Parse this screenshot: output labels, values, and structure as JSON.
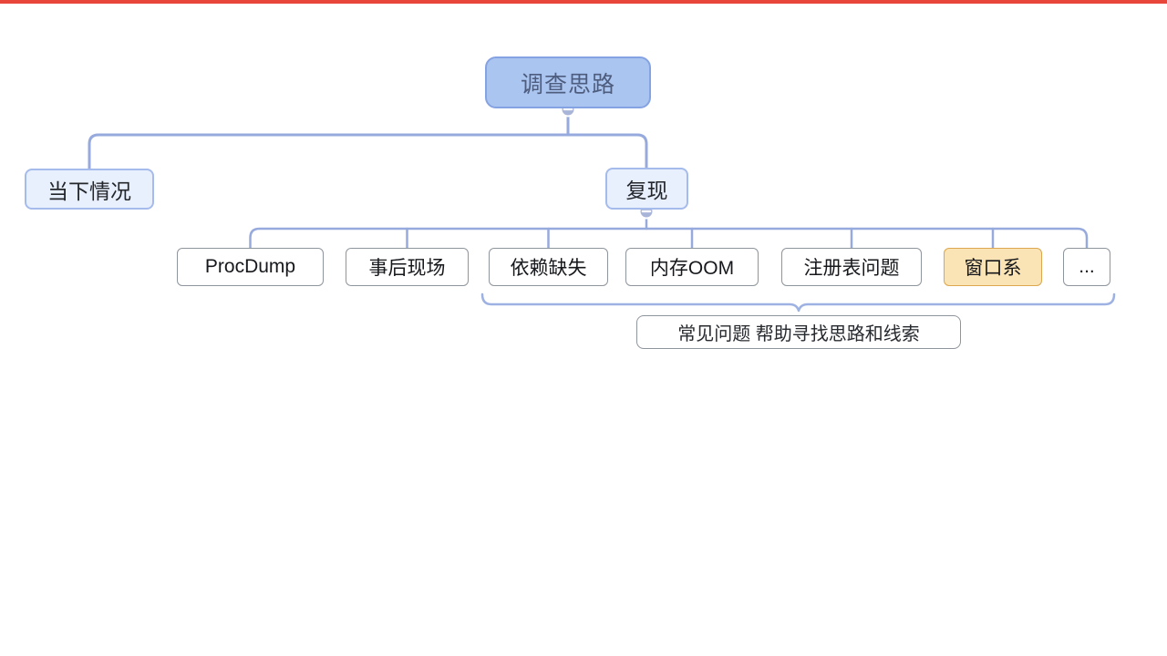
{
  "screen": {
    "top_bar": "recording-indicator-strip"
  },
  "colors": {
    "topbar": "#e8463b",
    "connector": "#97aadd",
    "brace": "#9db1e3",
    "collapse_fill": "#a9b5d8",
    "root_fill": "#abc5f1",
    "root_border": "#85a2e2",
    "root_text": "#4e5d7d",
    "l2_fill": "#e9f0fd",
    "l2_border": "#a5bbeb",
    "child_border": "#8f959c",
    "highlight_fill": "#fae3b4",
    "highlight_border": "#dca74e"
  },
  "mindmap": {
    "root": {
      "label": "调查思路",
      "collapse_icon": "minus"
    },
    "level2": [
      {
        "label": "当下情况"
      },
      {
        "label": "复现",
        "collapse_icon": "minus"
      }
    ],
    "children": [
      {
        "label": "ProcDump"
      },
      {
        "label": "事后现场"
      },
      {
        "label": "依赖缺失"
      },
      {
        "label": "内存OOM"
      },
      {
        "label": "注册表问题"
      },
      {
        "label": "窗口系",
        "highlighted": true
      },
      {
        "label": "..."
      }
    ],
    "brace_label": "常见问题 帮助寻找思路和线索"
  }
}
